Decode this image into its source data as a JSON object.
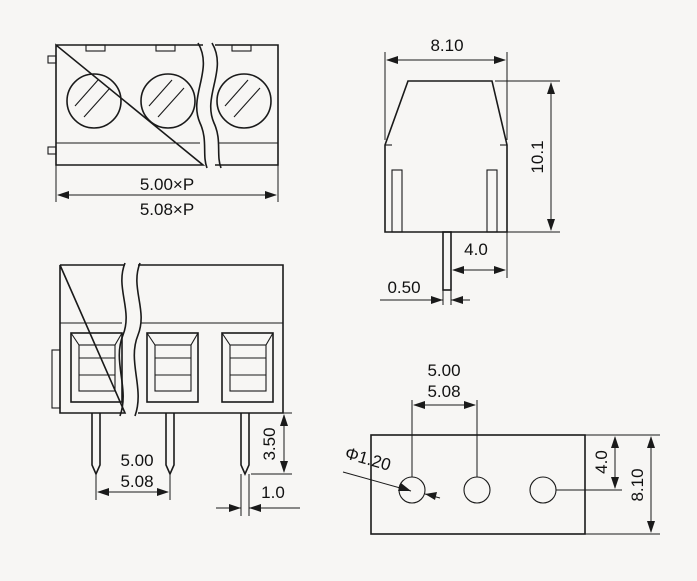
{
  "top_view": {
    "pitch_label_1": "5.00×P",
    "pitch_label_2": "5.08×P"
  },
  "side_view": {
    "width": "8.10",
    "height": "10.1",
    "pin_offset": "4.0",
    "pin_thickness": "0.50"
  },
  "front_view": {
    "pin_length": "3.50",
    "pin_width": "1.0",
    "pitch_1": "5.00",
    "pitch_2": "5.08"
  },
  "pcb_layout": {
    "pitch_1": "5.00",
    "pitch_2": "5.08",
    "hole_diameter": "Φ1.20",
    "hole_offset": "4.0",
    "board_height": "8.10"
  }
}
